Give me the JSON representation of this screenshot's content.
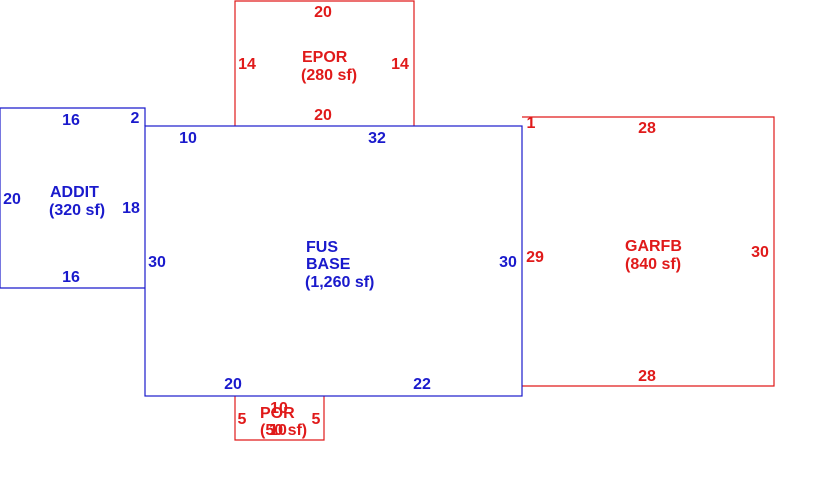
{
  "colors": {
    "living": "#1a1acc",
    "other": "#e01a1a",
    "background": "#ffffff"
  },
  "areas": {
    "addit": {
      "name": "ADDIT",
      "size": "(320 sf)",
      "dims": {
        "top": "16",
        "top_right": "2",
        "left": "20",
        "right": "18",
        "bottom": "16"
      }
    },
    "base": {
      "name_line1": "FUS",
      "name_line2": "BASE",
      "size": "(1,260 sf)",
      "dims": {
        "top_left": "10",
        "top_right": "32",
        "left": "30",
        "right": "30",
        "bottom_left": "20",
        "bottom_right": "22"
      }
    },
    "epor": {
      "name": "EPOR",
      "size": "(280 sf)",
      "dims": {
        "top": "20",
        "left": "14",
        "right": "14",
        "bottom": "20"
      }
    },
    "garfb": {
      "name": "GARFB",
      "size": "(840 sf)",
      "dims": {
        "top": "28",
        "corner": "1",
        "left": "29",
        "right": "30",
        "bottom": "28"
      }
    },
    "por": {
      "name": "POR",
      "size": "(50 sf)",
      "dims": {
        "top": "10",
        "left": "5",
        "right": "5",
        "bottom": "10"
      }
    }
  }
}
